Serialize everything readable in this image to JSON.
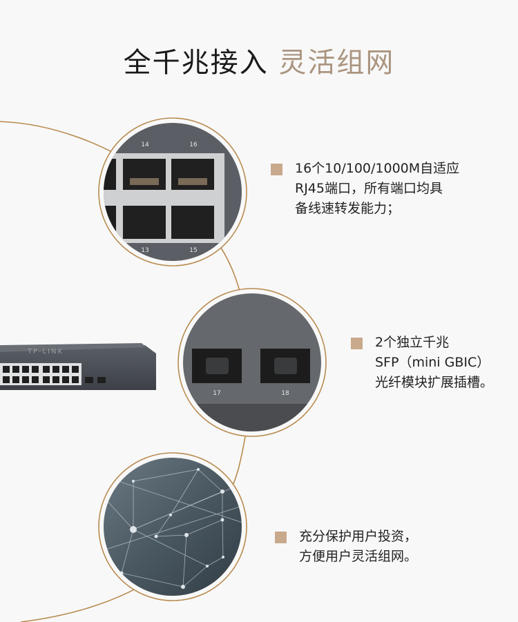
{
  "header": {
    "title_main": "全千兆接入",
    "title_accent": "灵活组网"
  },
  "colors": {
    "accent_text": "#ab9580",
    "bullet": "#c8a98c",
    "ring": "#b88a4f",
    "background": "#f8f8f8"
  },
  "features": [
    {
      "lines": [
        "16个10/100/1000M自适应",
        "RJ45端口，所有端口均具",
        "备线速转发能力；"
      ],
      "image": "rj45-ports-closeup",
      "port_labels": [
        "14",
        "16",
        "13",
        "15"
      ]
    },
    {
      "lines": [
        "2个独立千兆",
        "SFP（mini GBIC）",
        "光纤模块扩展插槽。"
      ],
      "image": "sfp-slots-closeup",
      "port_labels": [
        "17",
        "18"
      ]
    },
    {
      "lines": [
        "充分保护用户投资，",
        "方便用户灵活组网。"
      ],
      "image": "network-mesh-graphic"
    }
  ],
  "product": {
    "brand_logo_text": "TP-LINK"
  }
}
